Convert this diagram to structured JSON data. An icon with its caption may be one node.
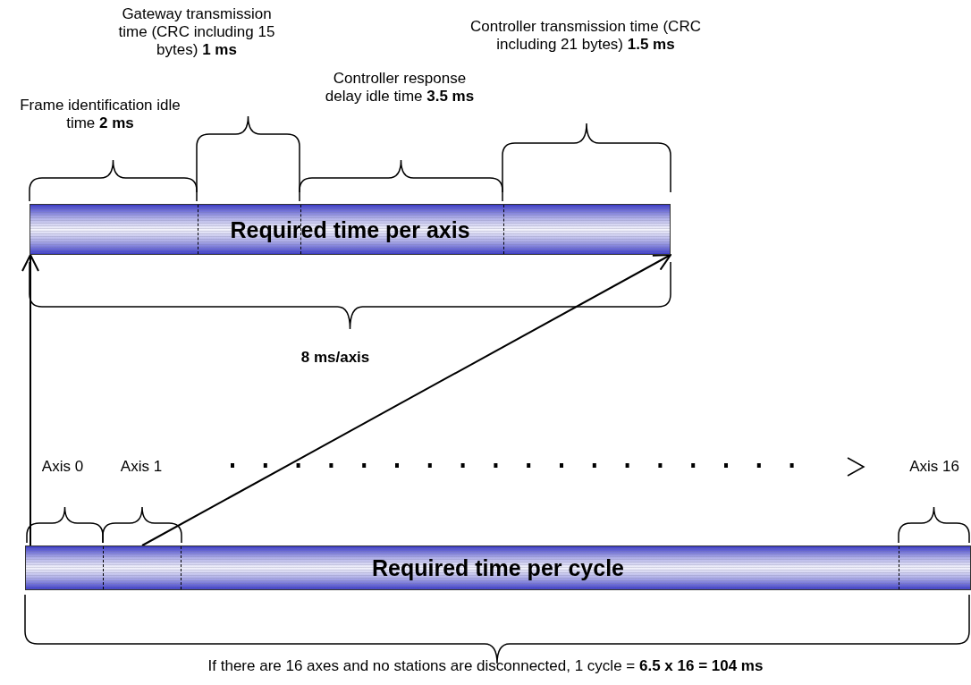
{
  "diagram": {
    "nodes": [
      {
        "text": [
          "Required time per axis"
        ]
      },
      {
        "text": [
          "Required time per cycle"
        ]
      },
      {
        "text": [],
        "shape": "box",
        "in": 1
      }
    ],
    "edges": [
      {
        "from": 1,
        "to": 0,
        "arrow": "to"
      },
      {
        "from": 2,
        "to": 0,
        "arrow": "to"
      }
    ],
    "labels": [
      "Gateway transmission time (CRC including 15 bytes) **1 ms**",
      "Controller transmission time (CRC including 21 bytes) **1.5 ms**",
      "Controller response delay idle time **3.5 ms**",
      "Frame identification idle time **2 ms**",
      "8 ms/axis",
      "Axis 0",
      "Axis 1",
      "Axis 16",
      "If there are 16 axes and no stations are disconnected, 1 cycle = **6.5 x 16 = 104 ms**"
    ]
  }
}
